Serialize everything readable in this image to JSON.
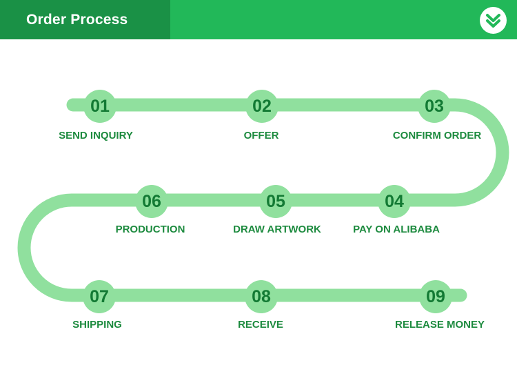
{
  "header": {
    "title": "Order Process",
    "expand_icon": "double-chevron-down-icon"
  },
  "colors": {
    "header_bg": "#22b859",
    "header_tab_bg": "#1a9146",
    "track": "#90e09e",
    "step_text": "#137a34",
    "label_text": "#1c8a3e"
  },
  "steps": [
    {
      "number": "01",
      "label": "SEND INQUIRY"
    },
    {
      "number": "02",
      "label": "OFFER"
    },
    {
      "number": "03",
      "label": "CONFIRM ORDER"
    },
    {
      "number": "04",
      "label": "PAY ON ALIBABA"
    },
    {
      "number": "05",
      "label": "DRAW ARTWORK"
    },
    {
      "number": "06",
      "label": "PRODUCTION"
    },
    {
      "number": "07",
      "label": "SHIPPING"
    },
    {
      "number": "08",
      "label": "RECEIVE"
    },
    {
      "number": "09",
      "label": "RELEASE MONEY"
    }
  ]
}
